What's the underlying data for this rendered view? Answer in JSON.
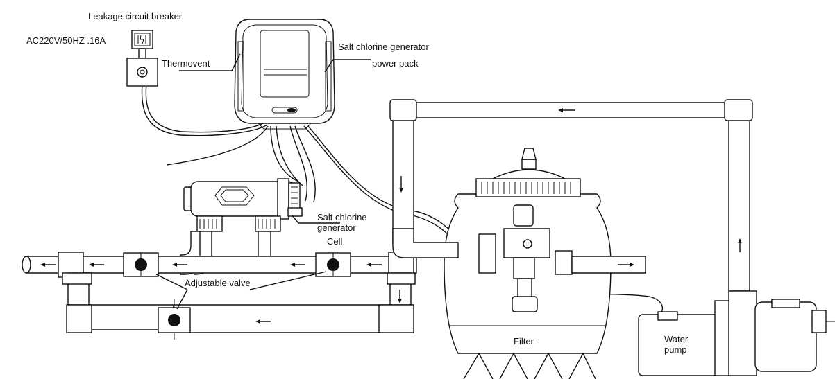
{
  "labels": {
    "breaker": "Leakage circuit breaker",
    "power_spec": "AC220V/50HZ .16A",
    "thermovent": "Thermovent",
    "scg_power_line1": "Salt chlorine generator",
    "scg_power_line2": "power pack",
    "scg_cell_line1": "Salt chlorine",
    "scg_cell_line2": "generator",
    "scg_cell_line3": "Cell",
    "valve": "Adjustable valve",
    "filter": "Filter",
    "pump_line1": "Water",
    "pump_line2": "pump"
  },
  "icons": {
    "breaker": "breaker-switch-icon",
    "flow": "flow-arrow-icon"
  }
}
